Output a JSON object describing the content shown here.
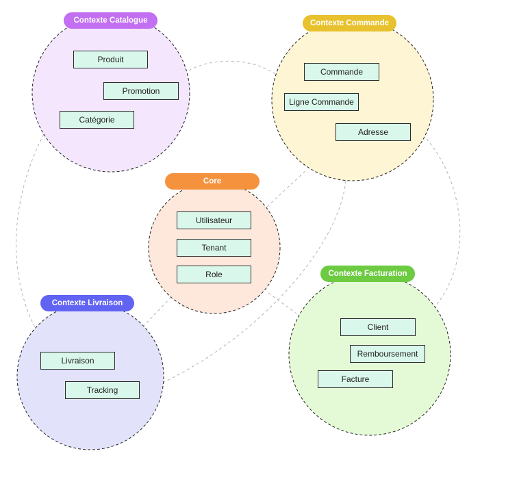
{
  "contexts": {
    "catalogue": {
      "label": "Contexte Catalogue",
      "label_color": "#c26ff2",
      "fill_color": "#f3e6fd",
      "entities": [
        "Produit",
        "Promotion",
        "Catégorie"
      ]
    },
    "commande": {
      "label": "Contexte Commande",
      "label_color": "#e8c22e",
      "fill_color": "#fdf5d3",
      "entities": [
        "Commande",
        "Ligne Commande",
        "Adresse"
      ]
    },
    "core": {
      "label": "Core",
      "label_color": "#f5923e",
      "fill_color": "#fde8db",
      "entities": [
        "Utilisateur",
        "Tenant",
        "Role"
      ]
    },
    "livraison": {
      "label": "Contexte Livraison",
      "label_color": "#6163f2",
      "fill_color": "#e2e3fb",
      "entities": [
        "Livraison",
        "Tracking"
      ]
    },
    "facturation": {
      "label": "Contexte Facturation",
      "label_color": "#6ccb41",
      "fill_color": "#e4fad6",
      "entities": [
        "Client",
        "Remboursement",
        "Facture"
      ]
    }
  },
  "colors": {
    "entity_fill": "#d9f7ea",
    "entity_border": "#2b2b2b",
    "circle_border": "#222222",
    "connector": "#b3b3b3"
  }
}
